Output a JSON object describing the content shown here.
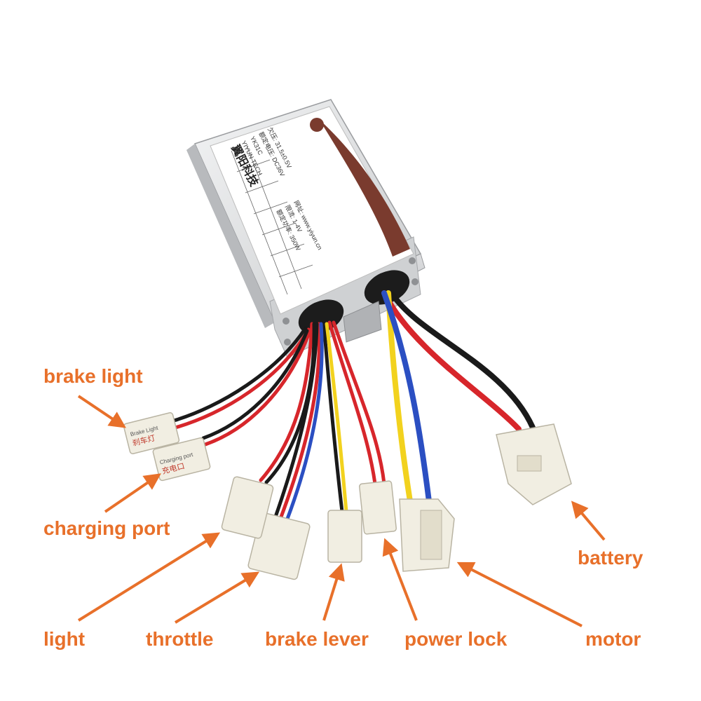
{
  "colors": {
    "label": "#E8702A",
    "housing": "#D9DADB",
    "wire_red": "#D7262B",
    "wire_black": "#1A1A1A",
    "wire_yellow": "#F2D21E",
    "wire_blue": "#2B4FC2",
    "connector": "#F1EEE2"
  },
  "labels": {
    "brake_light": "brake light",
    "charging_port": "charging port",
    "light": "light",
    "throttle": "throttle",
    "brake_lever": "brake lever",
    "power_lock": "power lock",
    "motor": "motor",
    "battery": "battery"
  },
  "controller_sticker": {
    "brand_cn": "翼阳科技",
    "brand_en": "YIYUN TECH",
    "model": "YK31C",
    "voltage": "额定电压: DC36V",
    "undervoltage": "欠压: 31.5±0.5V",
    "power": "额定功率: 350W",
    "current": "限流: 1-4V",
    "website": "网址: www.yiyun.cn"
  },
  "connector_tags": {
    "brake_light_cn": "刹车灯",
    "brake_light_en": "Brake Light",
    "charging_cn": "充电口",
    "charging_en": "Charging port"
  }
}
